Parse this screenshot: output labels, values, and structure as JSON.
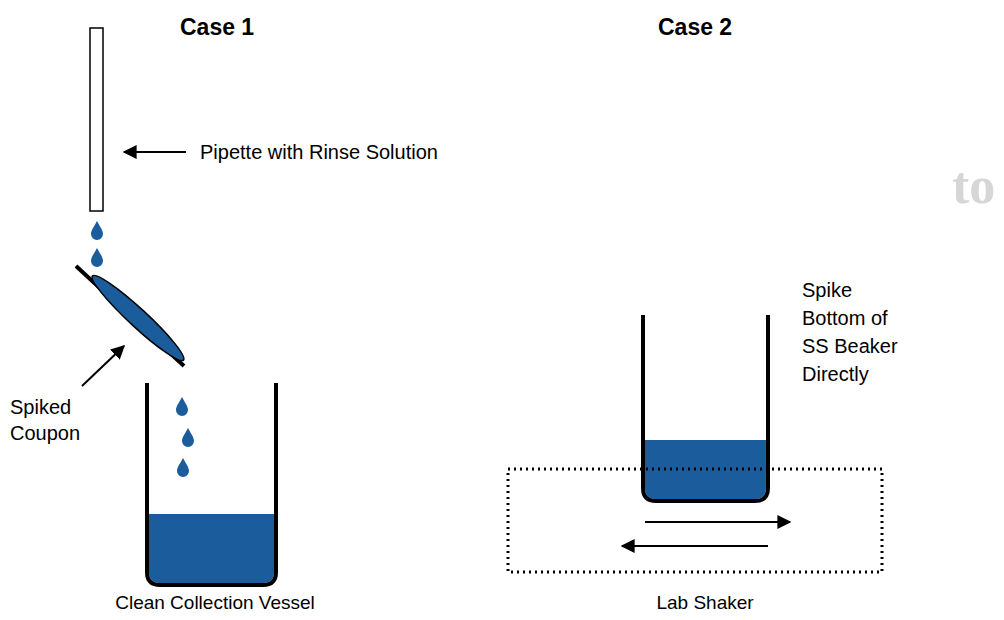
{
  "diagram": {
    "labels": [
      "Case 1",
      "Case 2",
      "Pipette with Rinse Solution",
      "Spiked Coupon",
      "Spike Bottom of SS Beaker Directly",
      "Clean Collection Vessel",
      "Lab Shaker",
      "to"
    ]
  }
}
